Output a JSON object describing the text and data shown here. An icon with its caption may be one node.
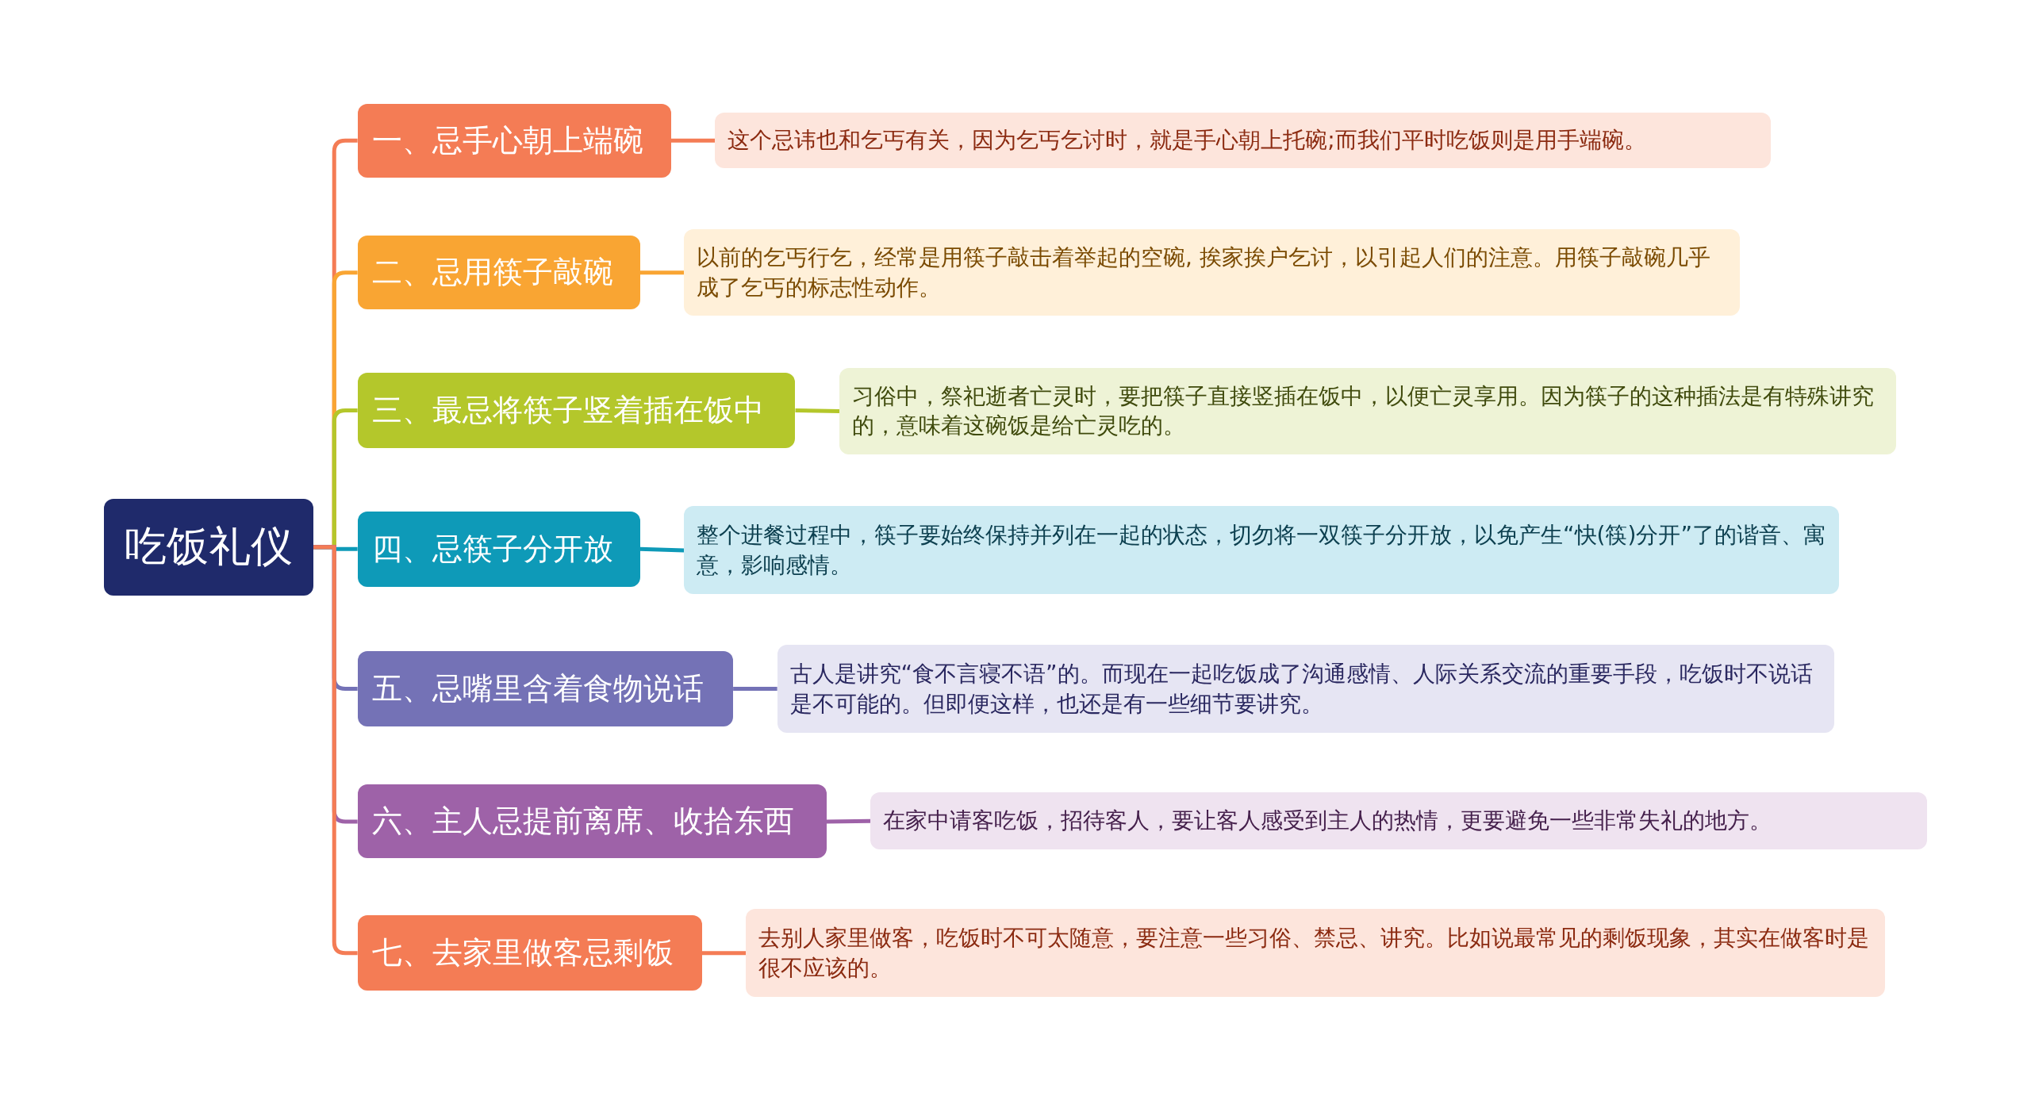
{
  "diagram": {
    "nodes": [
      {
        "text": [
          "吃饭礼仪"
        ]
      },
      {
        "text": [
          "一、忌手心朝上端碗"
        ]
      },
      {
        "text": [
          "这个忌讳也和乞丐有关，因为乞丐乞讨时，就是手心朝上托碗;而我们平时吃饭则是用手端碗。"
        ]
      },
      {
        "text": [
          "二、忌用筷子敲碗"
        ]
      },
      {
        "text": [
          "以前的乞丐行乞，经常是用筷子敲击着举起的空碗, 挨家挨户乞讨，以引起人们的注意。用筷子敲碗几乎成了乞丐的标志性动作。"
        ]
      },
      {
        "text": [
          "三、最忌将筷子竖着插在饭中"
        ]
      },
      {
        "text": [
          "习俗中，祭祀逝者亡灵时，要把筷子直接竖插在饭中，以便亡灵享用。因为筷子的这种插法是有特殊讲究的，意味着这碗饭是给亡灵吃的。"
        ]
      },
      {
        "text": [
          "四、忌筷子分开放"
        ]
      },
      {
        "text": [
          "整个进餐过程中，筷子要始终保持并列在一起的状态，切勿将一双筷子分开放，以免产生“快(筷)分开”了的谐音、寓意，影响感情。"
        ]
      },
      {
        "text": [
          "五、忌嘴里含着食物说话"
        ]
      },
      {
        "text": [
          "古人是讲究“食不言寝不语”的。而现在一起吃饭成了沟通感情、人际关系交流的重要手段，吃饭时不说话是不可能的。但即便这样，也还是有一些细节要讲究。"
        ]
      },
      {
        "text": [
          "六、主人忌提前离席、收拾东西"
        ]
      },
      {
        "text": [
          "在家中请客吃饭，招待客人，要让客人感受到主人的热情，更要避免一些非常失礼的地方。"
        ]
      },
      {
        "text": [
          "七、去家里做客忌剩饭"
        ]
      },
      {
        "text": [
          "去别人家里做客，吃饭时不可太随意，要注意一些习俗、禁忌、讲究。比如说最常见的剩饭现象，其实在做客时是很不应该的。"
        ]
      }
    ],
    "edges": [
      {
        "from": 0,
        "to": 1,
        "arrow": "none",
        "color": "#f47c55"
      },
      {
        "from": 1,
        "to": 2,
        "arrow": "none",
        "color": "#f47c55"
      },
      {
        "from": 0,
        "to": 3,
        "arrow": "none",
        "color": "#f9a533"
      },
      {
        "from": 3,
        "to": 4,
        "arrow": "none",
        "color": "#f9a533"
      },
      {
        "from": 0,
        "to": 5,
        "arrow": "none",
        "color": "#b4c72b"
      },
      {
        "from": 5,
        "to": 6,
        "arrow": "none",
        "color": "#b4c72b"
      },
      {
        "from": 0,
        "to": 7,
        "arrow": "none",
        "color": "#0e9ab8"
      },
      {
        "from": 7,
        "to": 8,
        "arrow": "none",
        "color": "#0e9ab8"
      },
      {
        "from": 0,
        "to": 9,
        "arrow": "none",
        "color": "#7472b6"
      },
      {
        "from": 9,
        "to": 10,
        "arrow": "none",
        "color": "#7472b6"
      },
      {
        "from": 0,
        "to": 11,
        "arrow": "none",
        "color": "#9e62a8"
      },
      {
        "from": 11,
        "to": 12,
        "arrow": "none",
        "color": "#9e62a8"
      },
      {
        "from": 0,
        "to": 13,
        "arrow": "none",
        "color": "#f47c55"
      },
      {
        "from": 13,
        "to": 14,
        "arrow": "none",
        "color": "#f47c55"
      }
    ]
  }
}
